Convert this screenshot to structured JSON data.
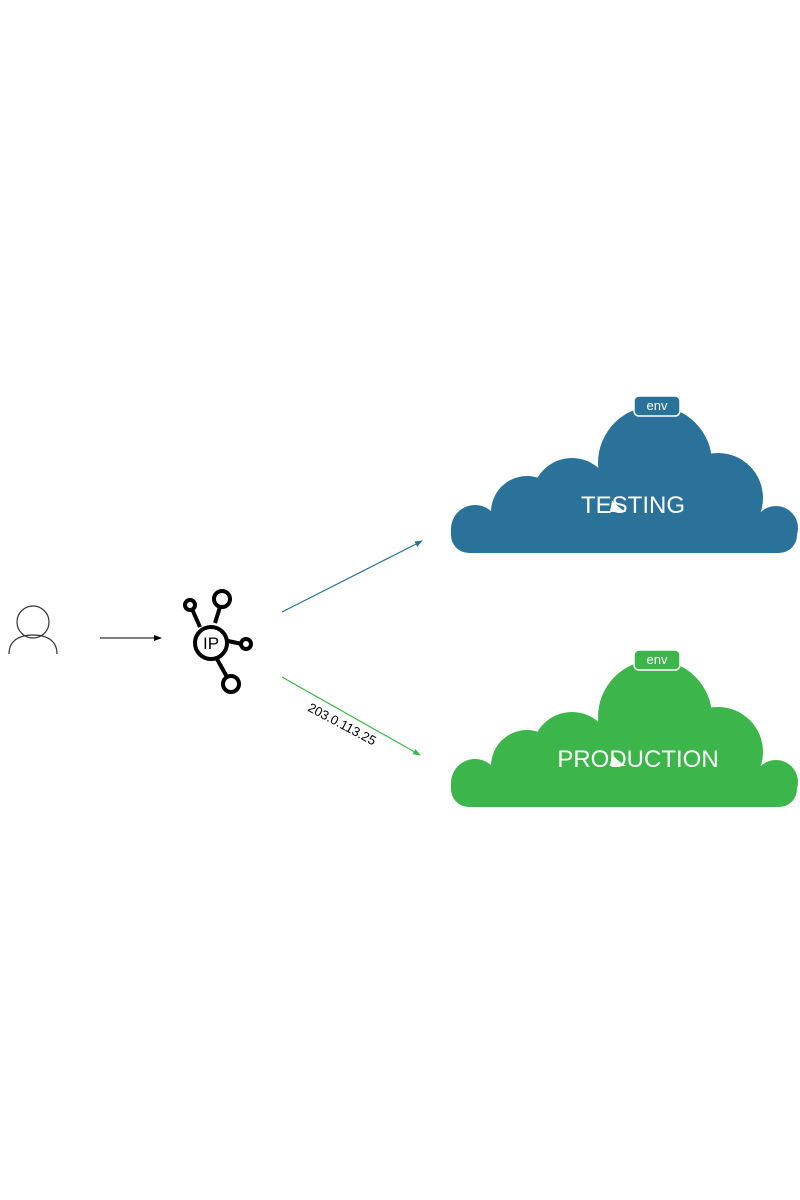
{
  "nodes": {
    "user": {
      "icon": "user-icon"
    },
    "ip_router": {
      "icon": "ip-hub-icon",
      "label": "IP"
    },
    "testing": {
      "label": "TESTING",
      "badge": "env",
      "color": "#2a7299"
    },
    "production": {
      "label": "PRODUCTION",
      "badge": "env",
      "color": "#3cb54a"
    }
  },
  "edges": {
    "user_to_router": {
      "color": "#000000"
    },
    "router_to_testing": {
      "color": "#2a7299"
    },
    "router_to_production": {
      "color": "#3cb54a",
      "label": "203.0.113.25"
    }
  }
}
